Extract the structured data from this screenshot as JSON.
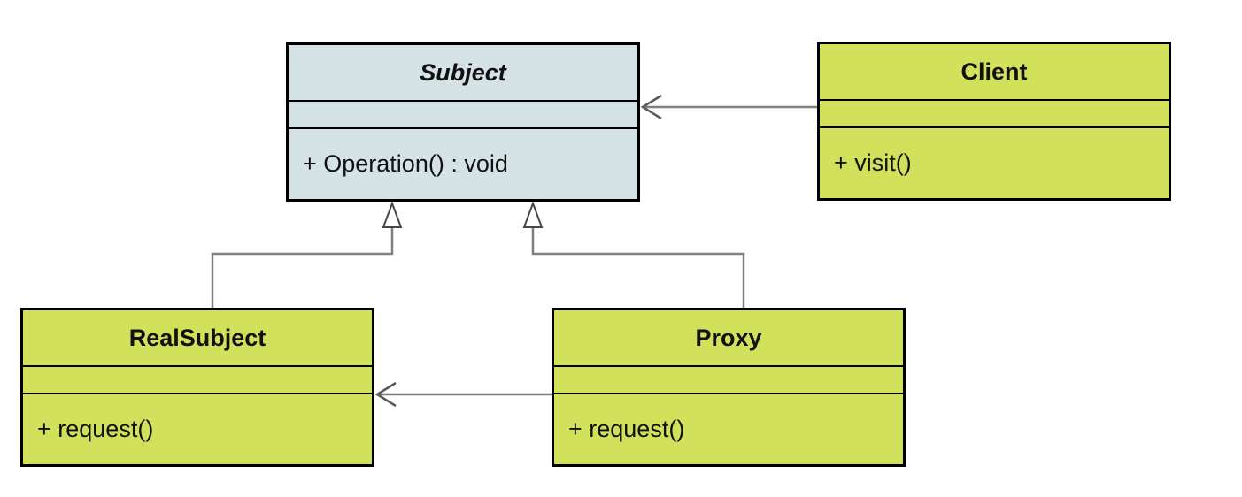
{
  "diagram": {
    "classes": {
      "subject": {
        "name": "Subject",
        "attributes": "",
        "operations": "+ Operation() : void"
      },
      "client": {
        "name": "Client",
        "attributes": "",
        "operations": "+ visit()"
      },
      "realsubject": {
        "name": "RealSubject",
        "attributes": "",
        "operations": "+ request()"
      },
      "proxy": {
        "name": "Proxy",
        "attributes": "",
        "operations": "+ request()"
      }
    },
    "relationships": [
      {
        "from": "Client",
        "to": "Subject",
        "type": "directed-association"
      },
      {
        "from": "RealSubject",
        "to": "Subject",
        "type": "generalization"
      },
      {
        "from": "Proxy",
        "to": "Subject",
        "type": "generalization"
      },
      {
        "from": "Proxy",
        "to": "RealSubject",
        "type": "directed-association"
      }
    ],
    "colors": {
      "abstract_fill": "#d6e3e6",
      "class_fill": "#d2e15b",
      "border": "#000000",
      "connector": "#7f7f7f",
      "background": "#ffffff"
    }
  }
}
